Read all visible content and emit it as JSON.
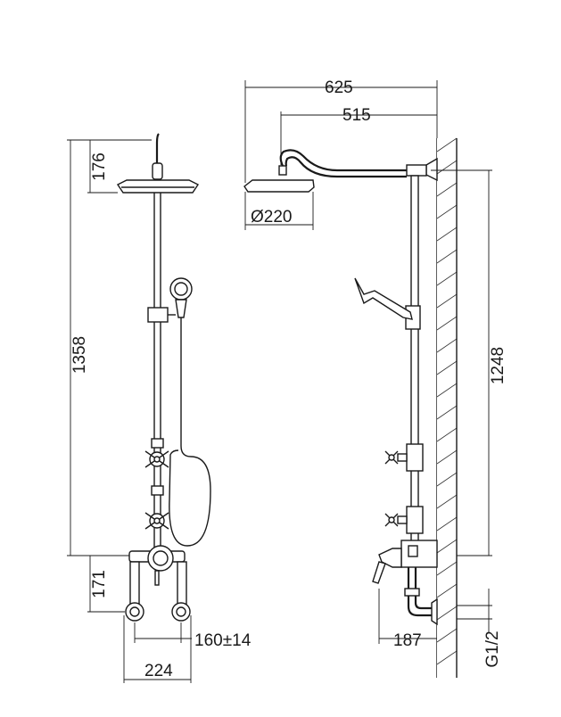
{
  "dimensions": {
    "overall_width": "625",
    "arm_reach": "515",
    "head_diameter": "Ø220",
    "head_height": "176",
    "total_height": "1358",
    "riser_height": "1248",
    "inlet_height": "171",
    "centers": "160±14",
    "base_width": "224",
    "wall_offset": "187",
    "thread": "G1/2"
  }
}
